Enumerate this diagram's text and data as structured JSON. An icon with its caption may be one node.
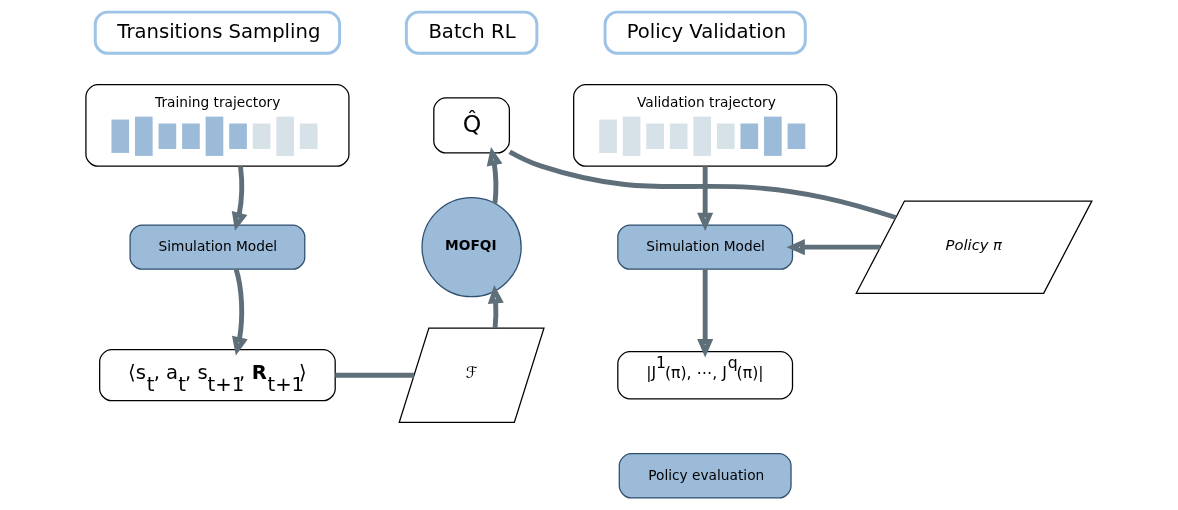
{
  "diagram": {
    "nodes": [
      {
        "text": [
          "Transitions Sampling"
        ]
      },
      {
        "text": [
          "Batch RL"
        ]
      },
      {
        "text": [
          "Policy Validation"
        ]
      },
      {
        "text": [
          "Training trajectory"
        ]
      },
      {
        "text": [
          "Simulation Model"
        ]
      },
      {
        "text": [
          "⟨s$_{t}$, a$_{t}$, s$_{t+1}$, **R**$_{t+1}$⟩"
        ]
      },
      {
        "text": [
          "Q̂"
        ]
      },
      {
        "text": [
          "MOFQI"
        ]
      },
      {
        "text": [
          "ℱ"
        ]
      },
      {
        "text": [
          "Policy π"
        ]
      },
      {
        "text": [
          "Validation trajectory"
        ]
      },
      {
        "text": [
          "Simulation Model"
        ]
      },
      {
        "text": [
          "|J$^{1}$(π), ⋯, J$^{q}$(π)|"
        ]
      },
      {
        "text": [
          "Policy evaluation"
        ]
      }
    ],
    "edges": [
      {
        "from": 3,
        "to": 4,
        "arrow": "to"
      },
      {
        "from": 4,
        "to": 5,
        "arrow": "to"
      },
      {
        "from": 5,
        "to": 8,
        "arrow": "none"
      },
      {
        "from": 8,
        "to": 7,
        "arrow": "to"
      },
      {
        "from": 7,
        "to": 6,
        "arrow": "to"
      },
      {
        "from": 6,
        "to": 9,
        "arrow": "none"
      },
      {
        "from": 9,
        "to": 11,
        "arrow": "to"
      },
      {
        "from": 10,
        "to": 11,
        "arrow": "to"
      },
      {
        "from": 11,
        "to": 12,
        "arrow": "to"
      }
    ]
  }
}
